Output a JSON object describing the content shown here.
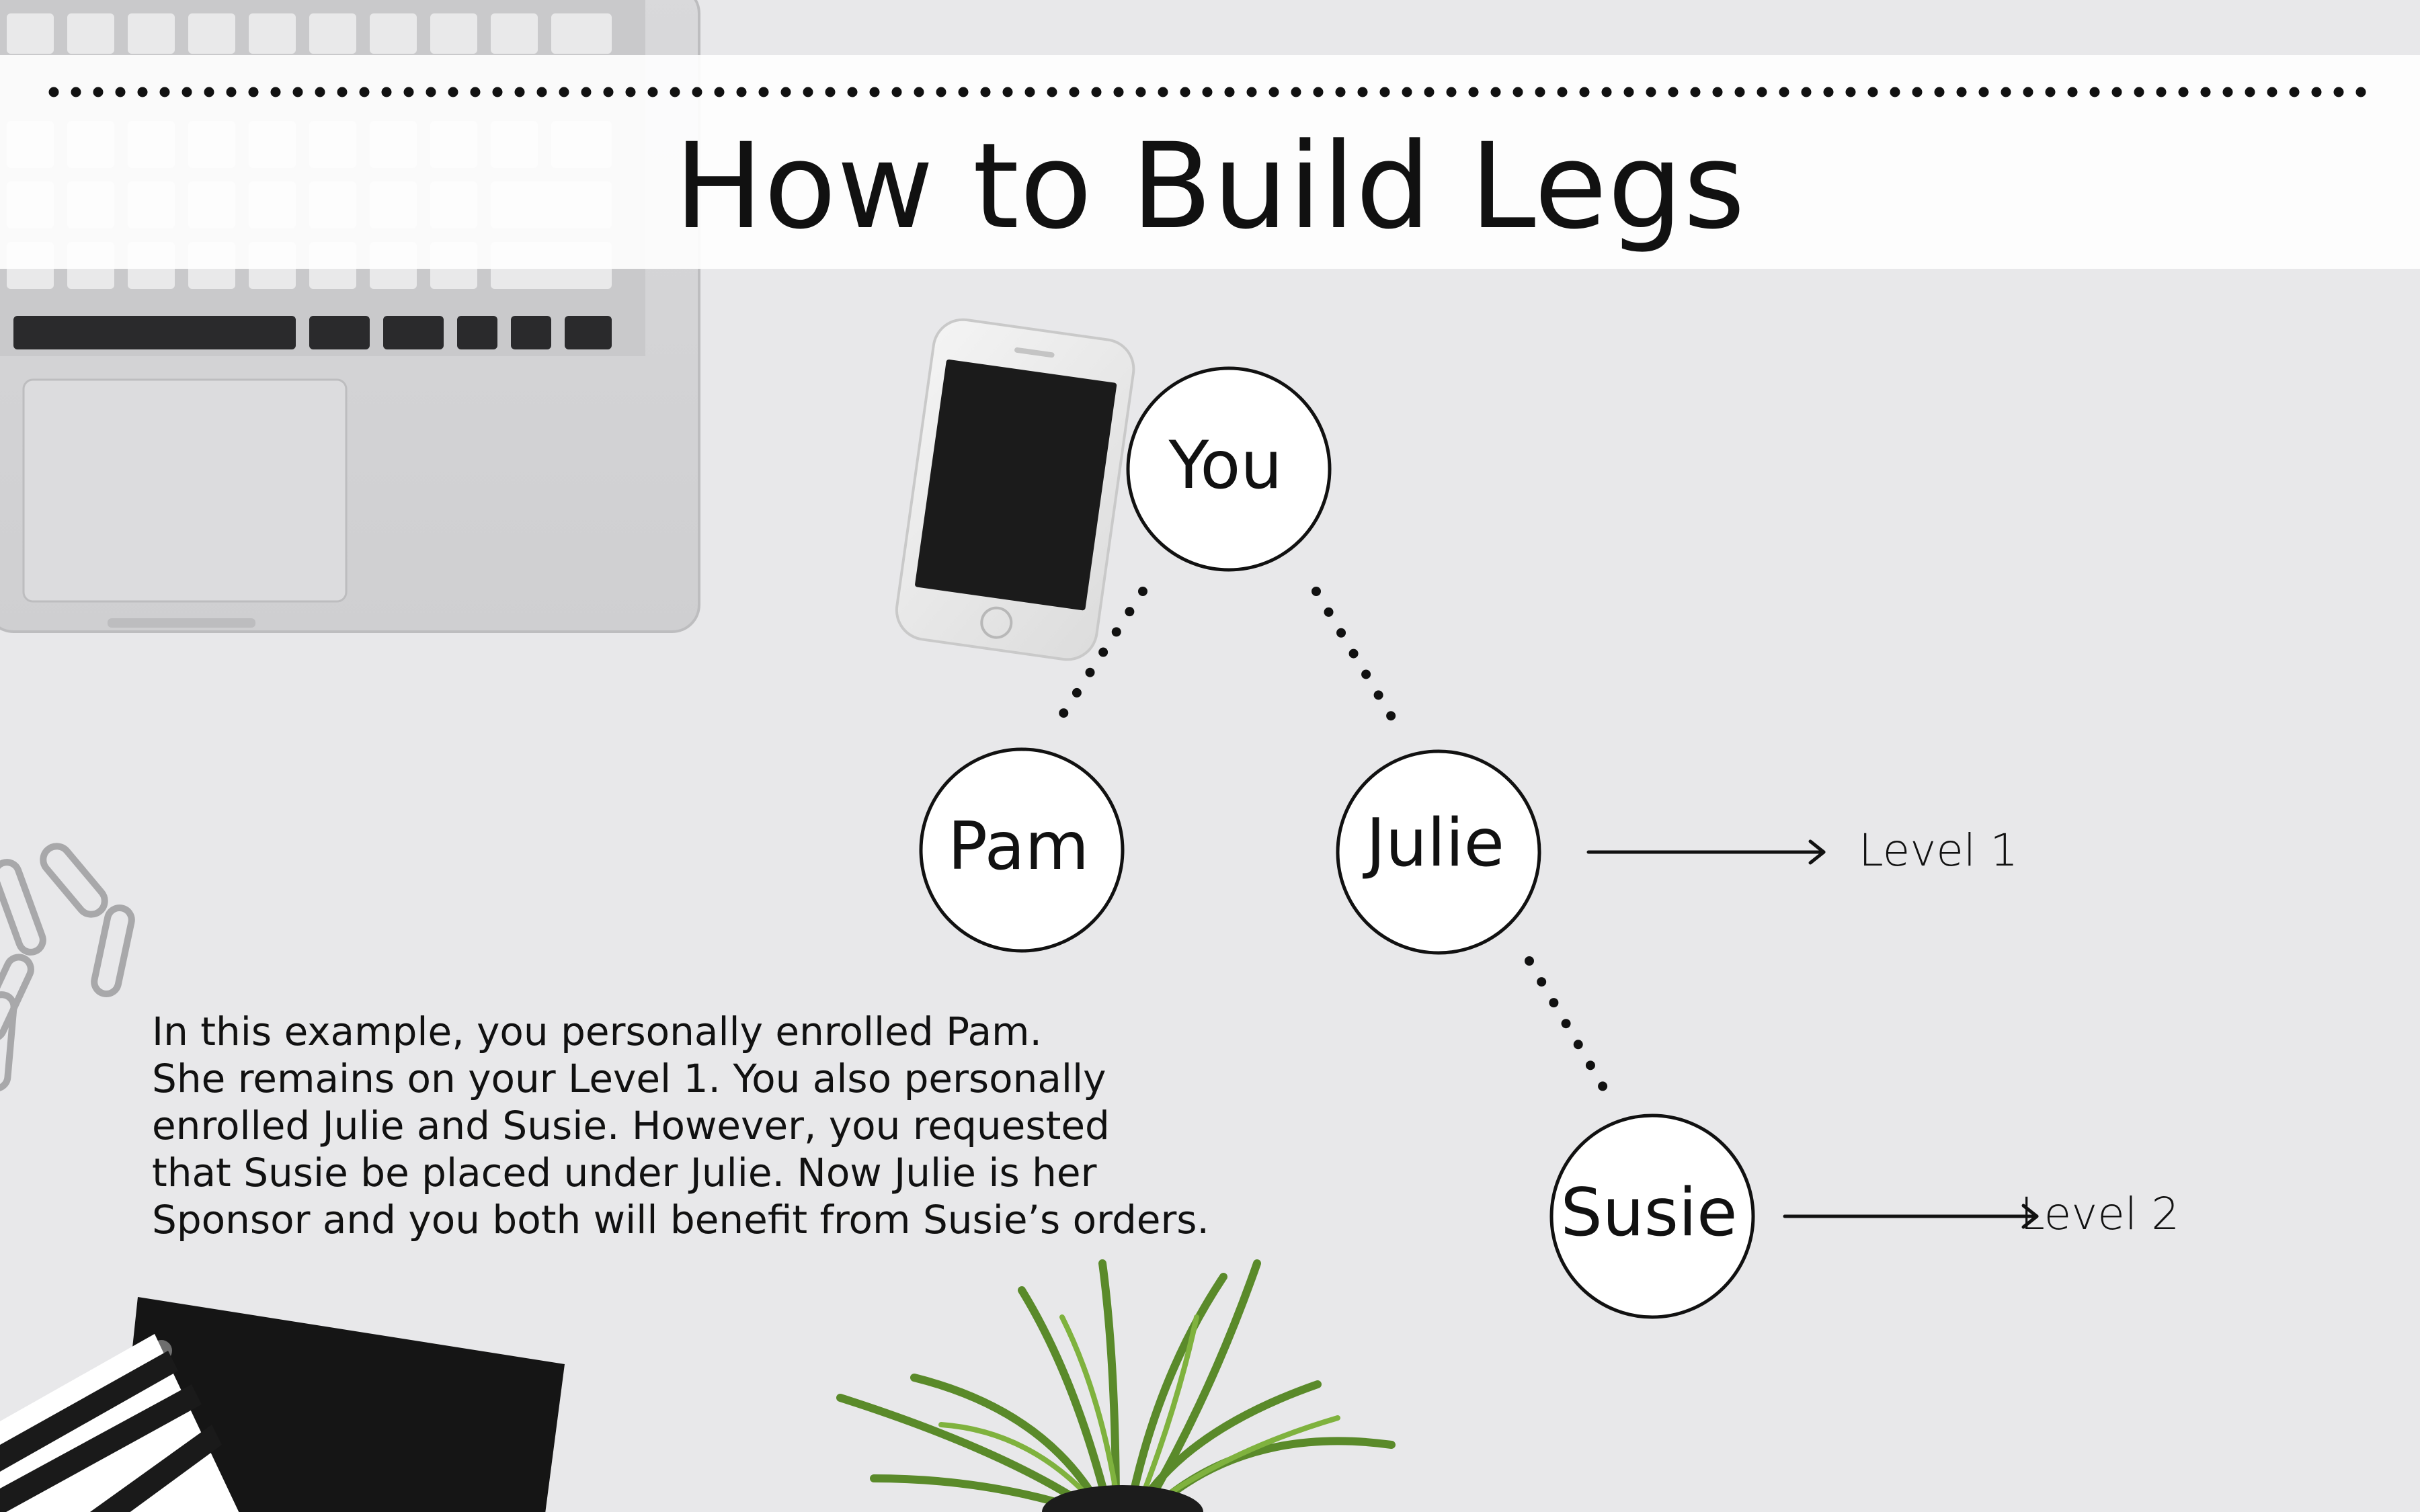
{
  "title": "How to Build Legs",
  "nodes": {
    "you": "You",
    "pam": "Pam",
    "julie": "Julie",
    "susie": "Susie"
  },
  "levels": {
    "level1": "Level 1",
    "level2": "Level 2"
  },
  "description": [
    "In this example, you personally enrolled Pam.",
    "She remains on your Level 1. You also personally",
    "enrolled Julie and Susie. However, you requested",
    "that Susie be placed under Julie. Now Julie is her",
    "Sponsor and you both will benefit from Susie’s orders."
  ],
  "colors": {
    "background": "#e8e8ea",
    "banner": "#ffffff",
    "ink": "#111111",
    "plant_green": "#5a8a2a"
  },
  "icons": [
    "laptop-icon",
    "smartphone-icon",
    "paperclip-icon",
    "notebook-icon",
    "plant-icon"
  ]
}
